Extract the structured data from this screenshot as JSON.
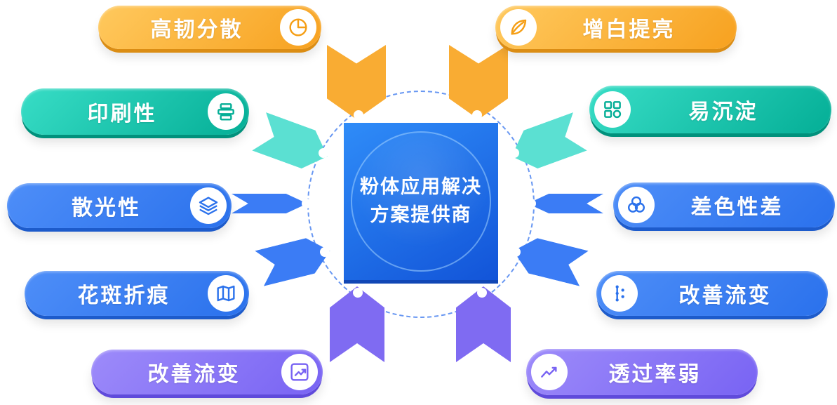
{
  "center": {
    "title_line1": "粉体应用解决",
    "title_line2": "方案提供商"
  },
  "left_items": [
    {
      "label": "高韧分散",
      "icon": "pie-chart-icon",
      "color": "#F7A11F"
    },
    {
      "label": "印刷性",
      "icon": "printing-icon",
      "color": "#04AE96"
    },
    {
      "label": "散光性",
      "icon": "layers-icon",
      "color": "#2A71EC"
    },
    {
      "label": "花斑折痕",
      "icon": "folded-map-icon",
      "color": "#2A71EC"
    },
    {
      "label": "改善流变",
      "icon": "trend-up-icon",
      "color": "#7863F3"
    }
  ],
  "right_items": [
    {
      "label": "增白提亮",
      "icon": "leaf-icon",
      "color": "#F7A11F"
    },
    {
      "label": "易沉淀",
      "icon": "puzzle-icon",
      "color": "#04AE96"
    },
    {
      "label": "差色性差",
      "icon": "triple-rings-icon",
      "color": "#2A71EC"
    },
    {
      "label": "改善流变",
      "icon": "flow-dots-icon",
      "color": "#2A71EC"
    },
    {
      "label": "透过率弱",
      "icon": "line-chart-icon",
      "color": "#7863F3"
    }
  ],
  "palette": {
    "orange": "#F7A11F",
    "teal": "#04AE96",
    "blue": "#2A71EC",
    "purple": "#7863F3",
    "center_blue_light": "#2F8CF8",
    "center_blue_dark": "#1254D8",
    "dashed_circle": "#4E86F0",
    "dot": "#FFFFFF"
  }
}
